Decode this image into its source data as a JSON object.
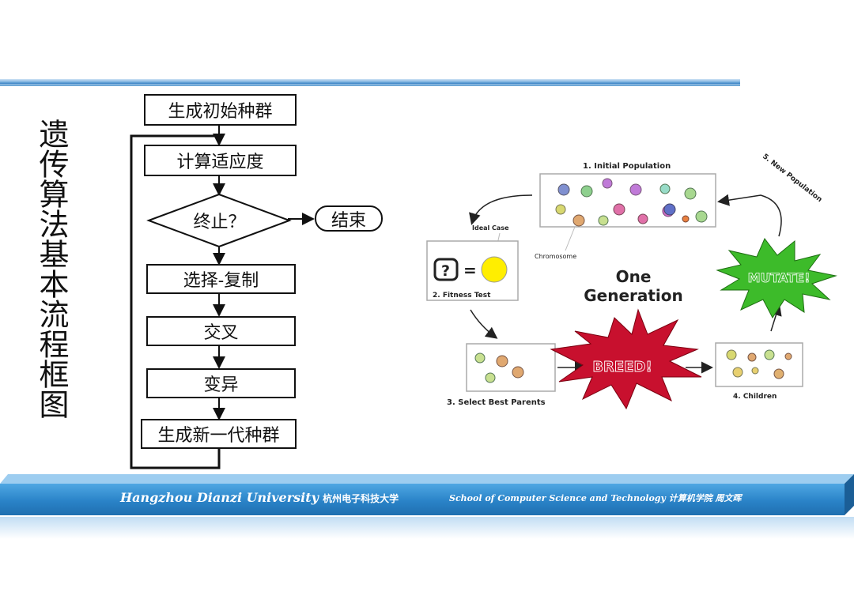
{
  "title": "遗传算法基本流程框图",
  "flowchart": {
    "init": "生成初始种群",
    "fitness": "计算适应度",
    "terminate": "终止？",
    "end": "结束",
    "select": "选择-复制",
    "crossover": "交叉",
    "mutation": "变异",
    "new_pop": "生成新一代种群"
  },
  "cycle": {
    "step1": "1. Initial Population",
    "ideal": "Ideal Case",
    "chromosome": "Chromosome",
    "step2": "2. Fitness Test",
    "q": "?",
    "eq": "=",
    "center_1": "One",
    "center_2": "Generation",
    "mutate": "MUTATE!",
    "breed": "BREED!",
    "step3": "3. Select Best Parents",
    "step4": "4. Children",
    "step5": "5. New Population"
  },
  "footer": {
    "left_en": "Hangzhou Dianzi University",
    "left_cn": "杭州电子科技大学",
    "right": "School of Computer Science  and Technology 计算机学院  周文晖"
  },
  "colors": {
    "footer_blue": "#2a83c8",
    "mutate_green": "#3dbb2a",
    "breed_red": "#c8102e",
    "ideal_yellow": "#ffee00"
  }
}
